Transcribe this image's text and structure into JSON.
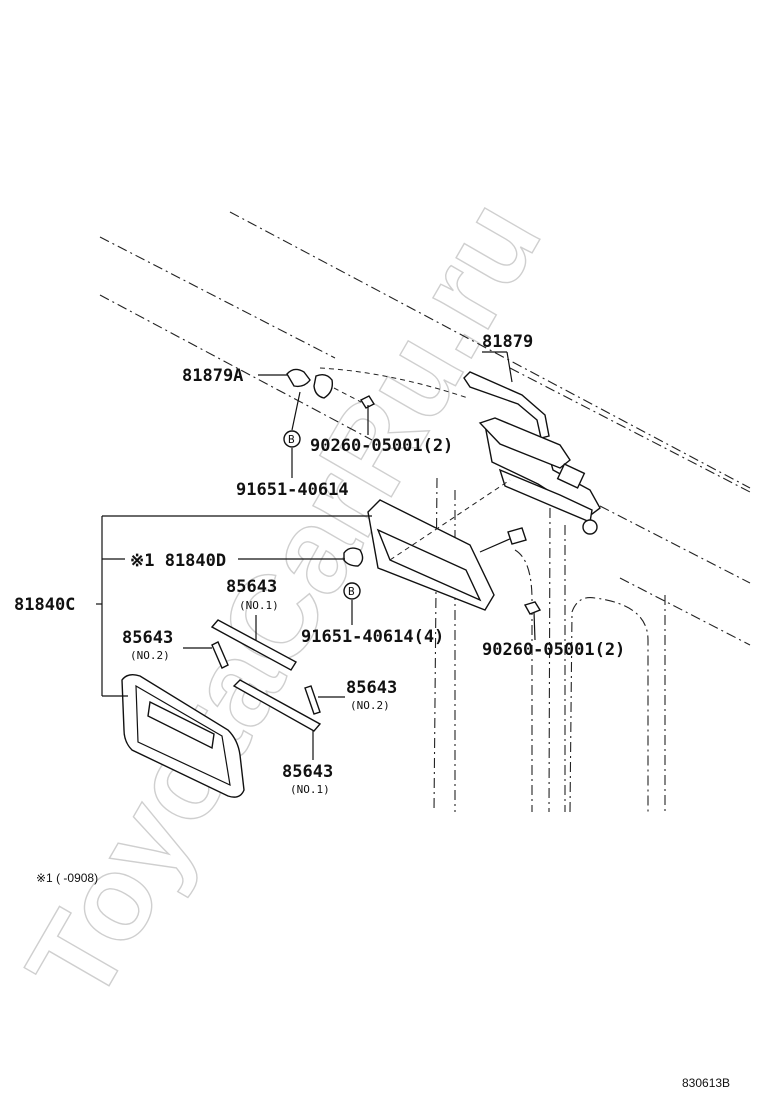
{
  "watermark": "ToyotaCarRu.ru",
  "labels": {
    "p81879": "81879",
    "p81879A": "81879A",
    "p90260_top": "90260-05001(2)",
    "p91651_top": "91651-40614",
    "p81840D": "※1 81840D",
    "p81840C": "81840C",
    "p85643_a": "85643",
    "p85643_a_sub": "(NO.1)",
    "p85643_b": "85643",
    "p85643_b_sub": "(NO.2)",
    "p91651_mid": "91651-40614(4)",
    "p90260_mid": "90260-05001(2)",
    "p85643_c": "85643",
    "p85643_c_sub": "(NO.2)",
    "p85643_d": "85643",
    "p85643_d_sub": "(NO.1)",
    "badge_b1": "B",
    "badge_b2": "B"
  },
  "footnote": "※1 (      -0908)",
  "figure_code": "830613B"
}
